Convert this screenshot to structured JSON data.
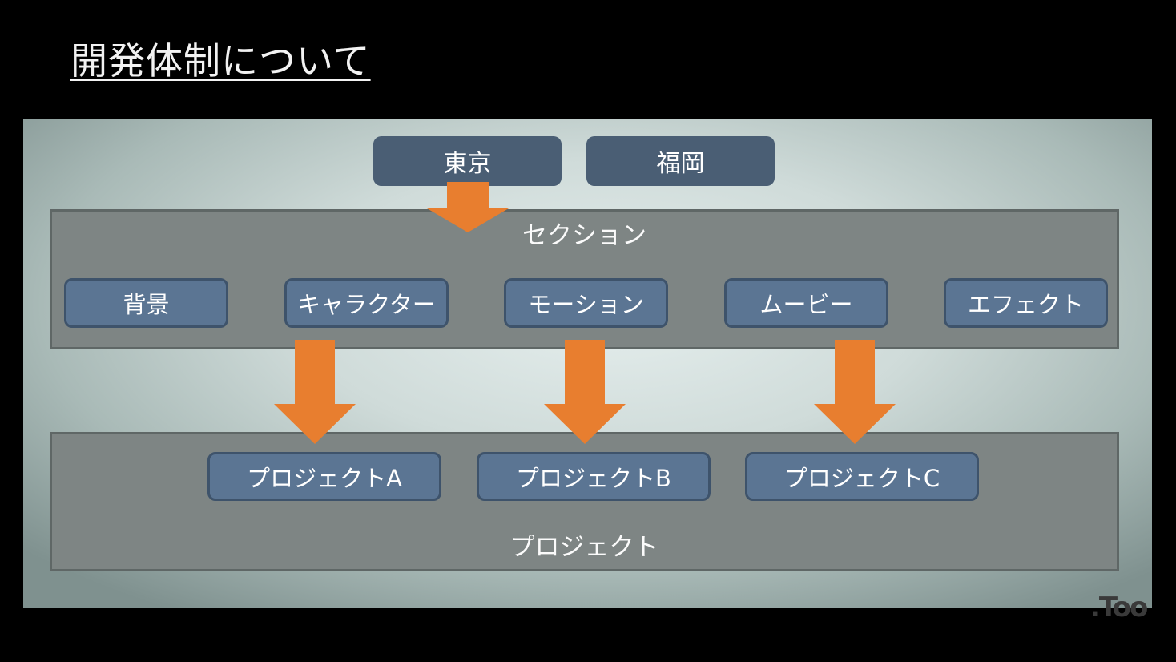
{
  "title": "開発体制について",
  "colors": {
    "arrow": "#e87e2f",
    "location_box": "#4a5e74",
    "section_box": "#5b7593",
    "band": "#7e8584"
  },
  "locations": [
    {
      "label": "東京"
    },
    {
      "label": "福岡"
    }
  ],
  "section_band": {
    "label": "セクション",
    "items": [
      {
        "label": "背景"
      },
      {
        "label": "キャラクター"
      },
      {
        "label": "モーション"
      },
      {
        "label": "ムービー"
      },
      {
        "label": "エフェクト"
      }
    ]
  },
  "project_band": {
    "label": "プロジェクト",
    "items": [
      {
        "label": "プロジェクトA"
      },
      {
        "label": "プロジェクトB"
      },
      {
        "label": "プロジェクトC"
      }
    ]
  },
  "watermark": ".Too"
}
